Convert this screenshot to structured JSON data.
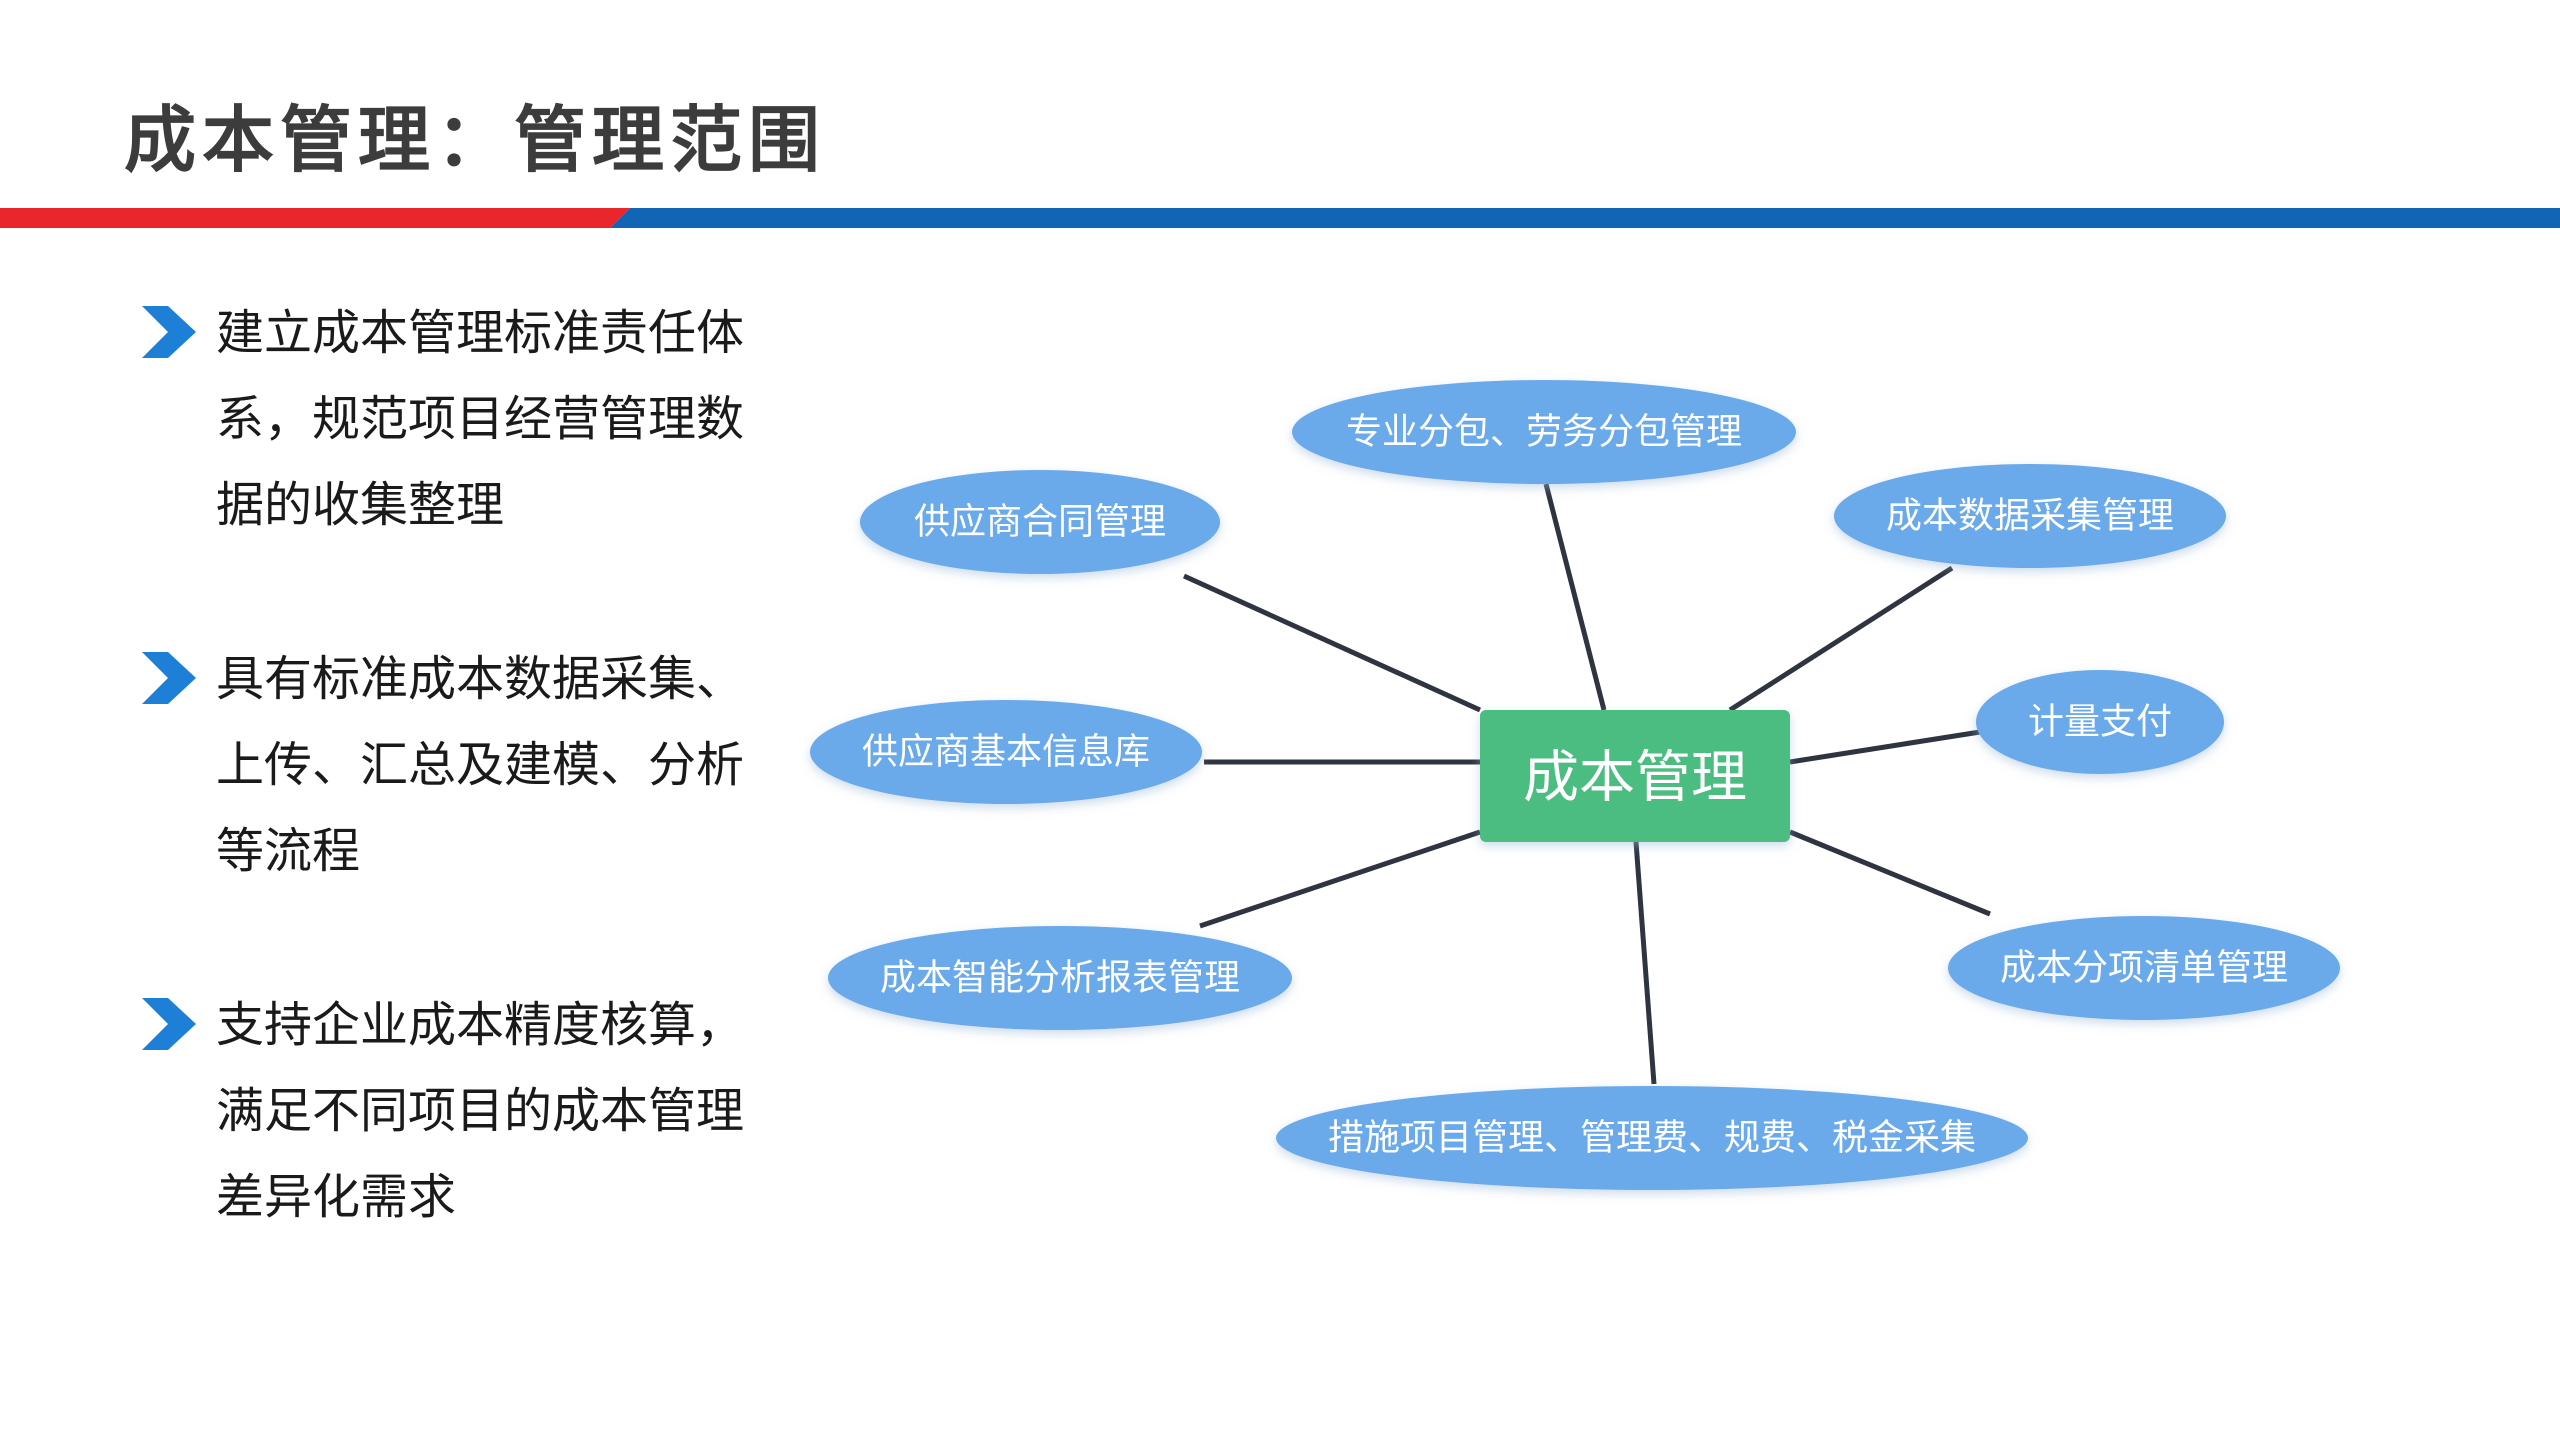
{
  "header": {
    "title": "成本管理：管理范围",
    "colors": {
      "red": "#e8262b",
      "blue": "#1264b5"
    }
  },
  "bullets": [
    {
      "text": "建立成本管理标准责任体系，规范项目经营管理数据的收集整理"
    },
    {
      "text": "具有标准成本数据采集、上传、汇总及建模、分析等流程"
    },
    {
      "text": "支持企业成本精度核算，满足不同项目的成本管理差异化需求"
    }
  ],
  "diagram": {
    "center": {
      "label": "成本管理",
      "color": "#4cbd80"
    },
    "node_color": "#6aa9ea",
    "nodes": [
      {
        "label": "专业分包、劳务分包管理"
      },
      {
        "label": "供应商合同管理"
      },
      {
        "label": "成本数据采集管理"
      },
      {
        "label": "供应商基本信息库"
      },
      {
        "label": "计量支付"
      },
      {
        "label": "成本智能分析报表管理"
      },
      {
        "label": "成本分项清单管理"
      },
      {
        "label": "措施项目管理、管理费、规费、税金采集"
      }
    ]
  }
}
